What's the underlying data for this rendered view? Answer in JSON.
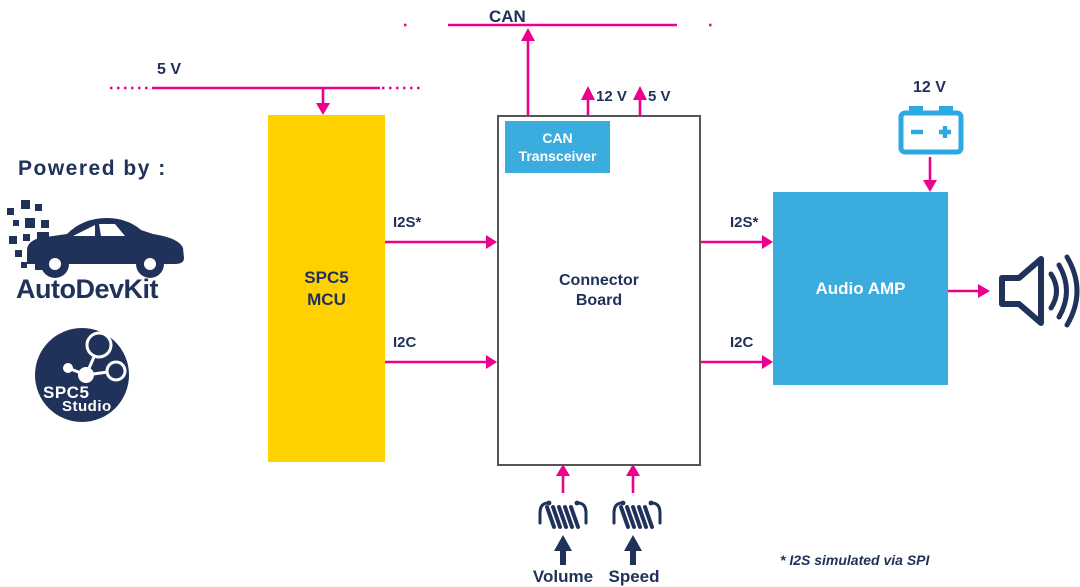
{
  "branding": {
    "powered_by": "Powered by :",
    "autodevkit": "AutoDevKit",
    "studio_line1": "SPC5",
    "studio_line2": "Studio"
  },
  "rails": {
    "rail_5v": "5 V",
    "can_bus": "CAN"
  },
  "blocks": {
    "mcu": {
      "line1": "SPC5",
      "line2": "MCU"
    },
    "connector": {
      "line1": "Connector",
      "line2": "Board"
    },
    "transceiver": {
      "line1": "CAN",
      "line2": "Transceiver"
    },
    "amp": {
      "label": "Audio AMP"
    }
  },
  "connector_power": {
    "v12": "12 V",
    "v5": "5 V"
  },
  "battery": {
    "label": "12 V"
  },
  "buses": {
    "i2s_left": "I2S*",
    "i2c_left": "I2C",
    "i2s_right": "I2S*",
    "i2c_right": "I2C"
  },
  "inputs": {
    "volume": "Volume",
    "speed": "Speed"
  },
  "footnote": {
    "text": "* I2S simulated via SPI"
  },
  "colors": {
    "pink": "#EC008C",
    "yellow": "#FFD100",
    "blue": "#3BACDE",
    "battery_blue": "#2BA9E0",
    "navy": "#20325A",
    "board_border": "#55565A"
  }
}
